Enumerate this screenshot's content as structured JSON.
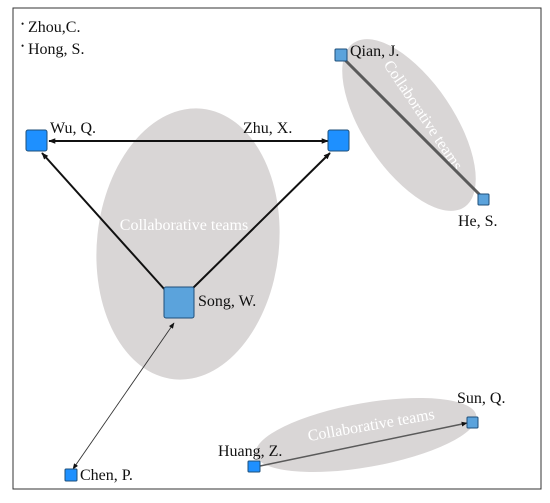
{
  "isolated_authors": [
    {
      "bullet": "•",
      "label": "Zhou,C."
    },
    {
      "bullet": "•",
      "label": "Hong, S."
    }
  ],
  "clusters": [
    {
      "id": "c1",
      "label": "Collaborative teams"
    },
    {
      "id": "c2",
      "label": "Collaborative teams"
    },
    {
      "id": "c3",
      "label": "Collaborative teams"
    }
  ],
  "nodes": [
    {
      "id": "wu",
      "label": "Wu, Q."
    },
    {
      "id": "zhu",
      "label": "Zhu, X."
    },
    {
      "id": "song",
      "label": "Song, W."
    },
    {
      "id": "chen",
      "label": "Chen, P."
    },
    {
      "id": "qian",
      "label": "Qian, J."
    },
    {
      "id": "he",
      "label": "He, S."
    },
    {
      "id": "huang",
      "label": "Huang, Z."
    },
    {
      "id": "sun",
      "label": "Sun, Q."
    }
  ],
  "edges": [
    {
      "from": "wu",
      "to": "zhu",
      "arrow": "both"
    },
    {
      "from": "song",
      "to": "wu",
      "arrow": "to"
    },
    {
      "from": "song",
      "to": "zhu",
      "arrow": "to"
    },
    {
      "from": "song",
      "to": "chen",
      "arrow": "both"
    },
    {
      "from": "qian",
      "to": "he",
      "arrow": "none"
    },
    {
      "from": "huang",
      "to": "sun",
      "arrow": "to"
    }
  ],
  "colors": {
    "node_fill": "#1e90ff",
    "node_fill_light": "#5ba3dc",
    "node_stroke": "#1f4f7a",
    "cluster_fill": "#d9d6d6",
    "edge": "#111111",
    "edge_heavy": "#5a5a5a",
    "cluster_label": "#ffffff"
  }
}
